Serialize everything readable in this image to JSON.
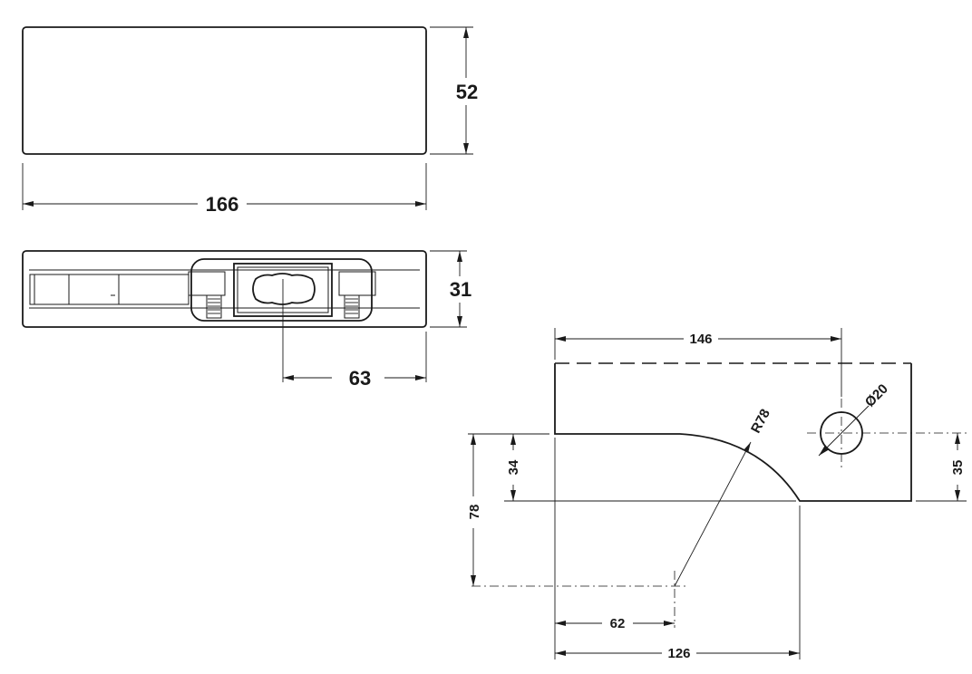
{
  "front_view": {
    "width_label": "166",
    "height_label": "52"
  },
  "top_view": {
    "height_label": "31",
    "offset_label": "63"
  },
  "side_view": {
    "top_width_label": "146",
    "hole_label": "Ø20",
    "radius_label": "R78",
    "inner_height_label": "34",
    "total_height_label": "78",
    "right_height_label": "35",
    "center_offset_label": "62",
    "bottom_width_label": "126"
  },
  "colors": {
    "line": "#1a1a1a",
    "background": "#ffffff"
  }
}
